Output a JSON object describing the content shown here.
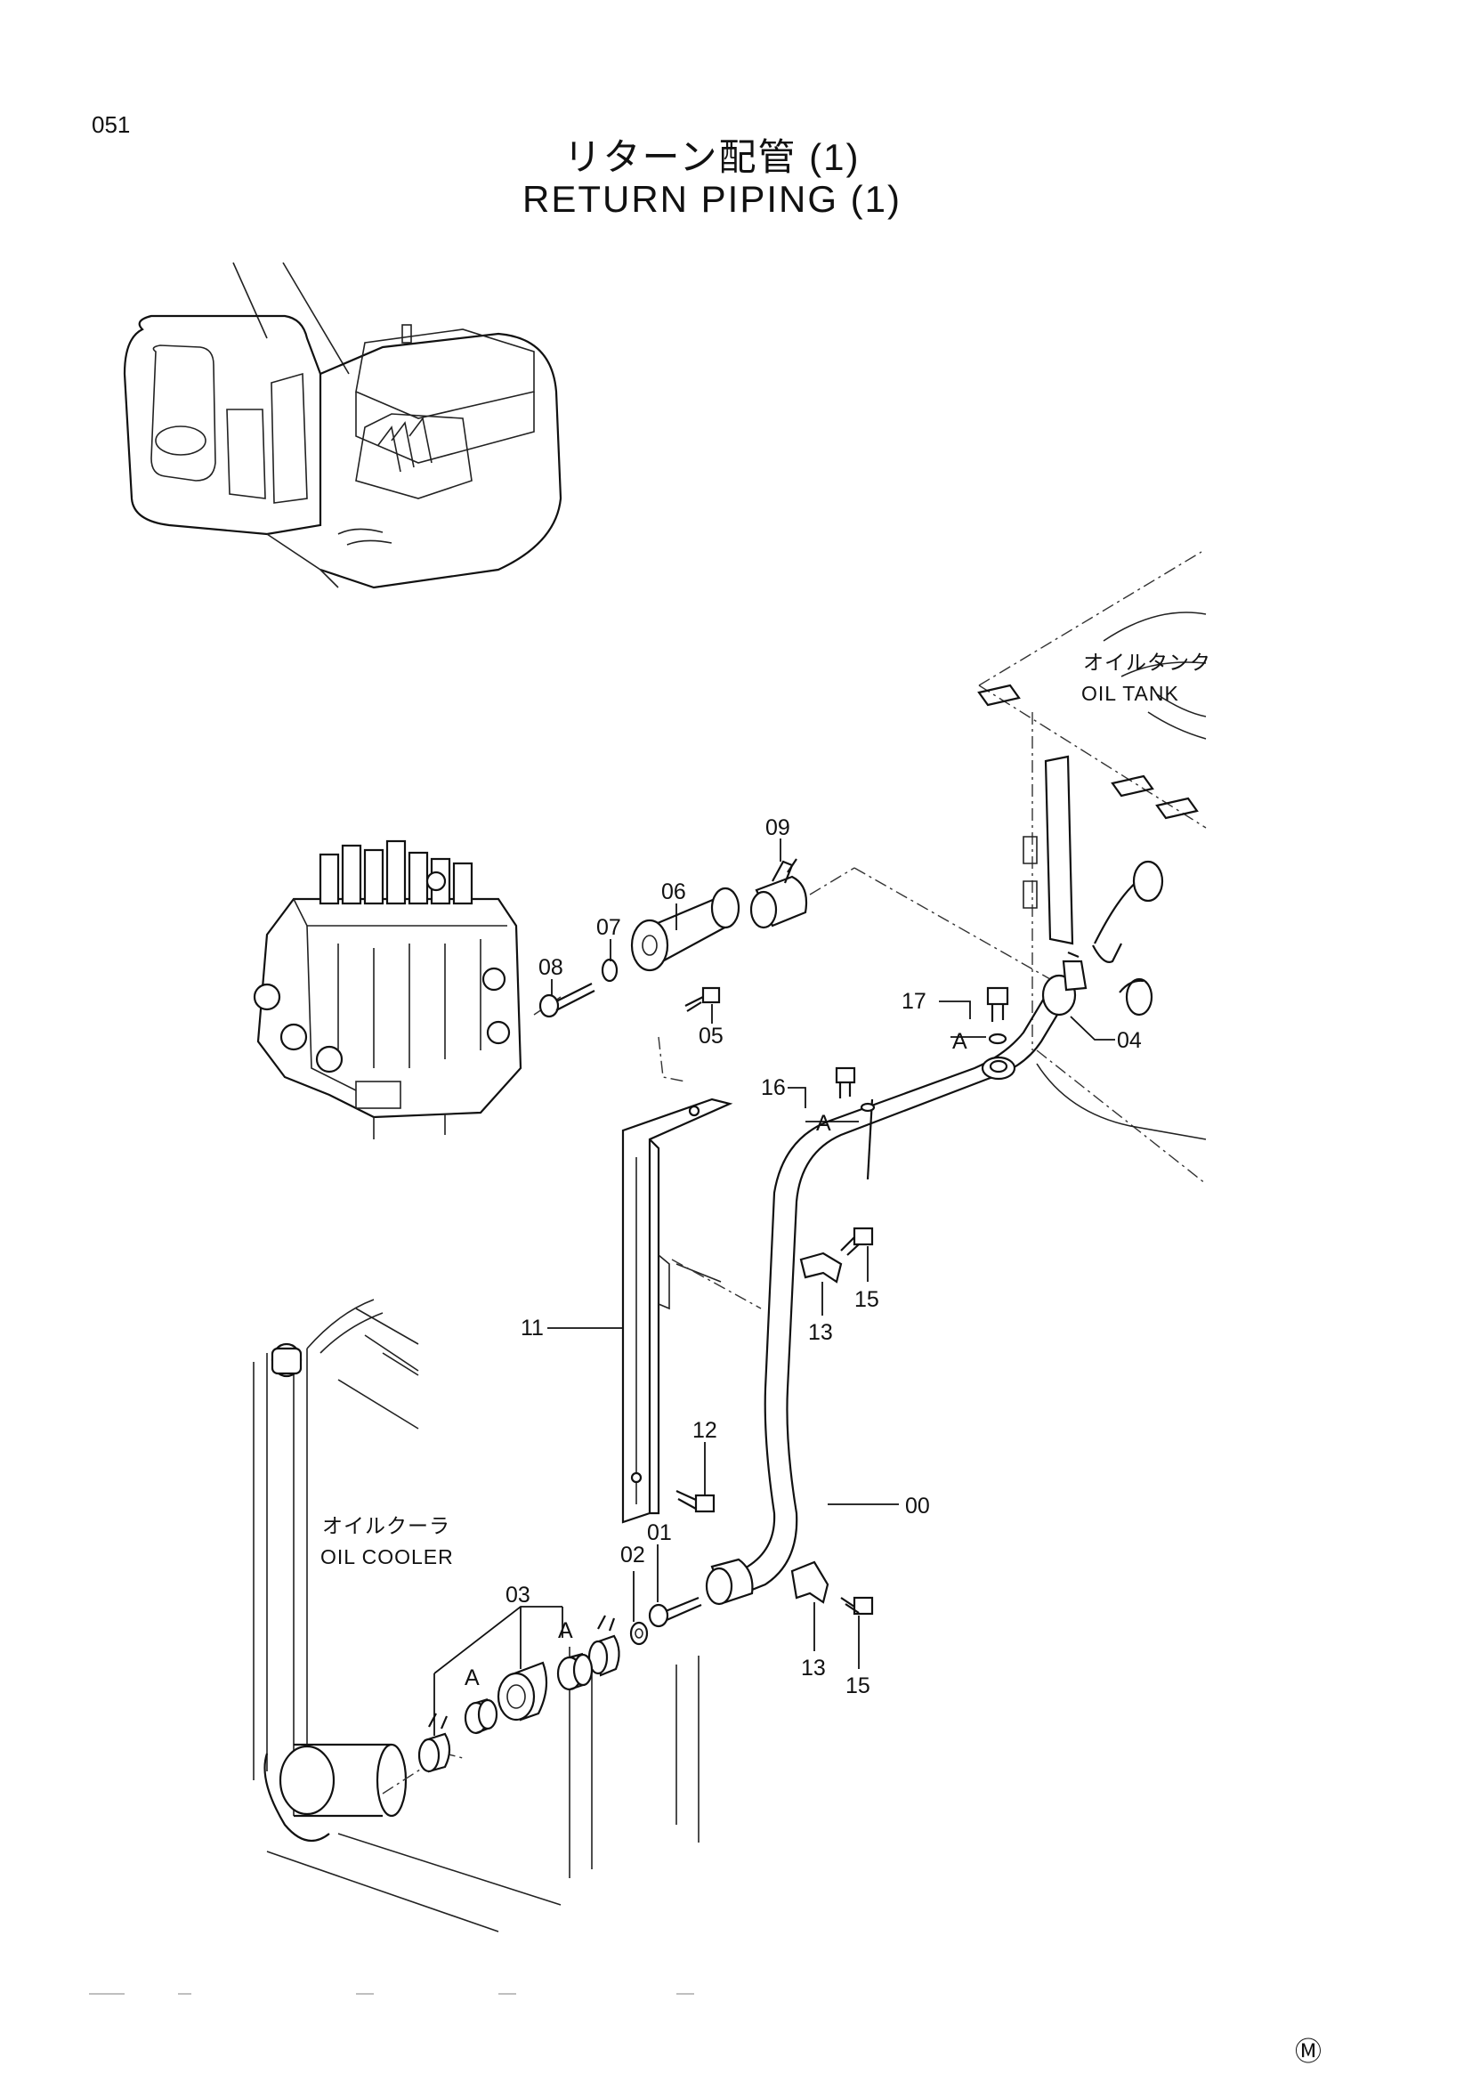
{
  "page": {
    "number": "051",
    "mark": "Ⓜ"
  },
  "title": {
    "ja": "リターン配管 (1)",
    "en": "RETURN PIPING (1)"
  },
  "components": {
    "oil_tank_ja": "オイルタンク",
    "oil_tank_en": "OIL TANK",
    "oil_cooler_ja": "オイルクーラ",
    "oil_cooler_en": "OIL COOLER"
  },
  "callouts": [
    {
      "id": "00",
      "label": "00"
    },
    {
      "id": "01",
      "label": "01"
    },
    {
      "id": "02",
      "label": "02"
    },
    {
      "id": "03",
      "label": "03"
    },
    {
      "id": "04",
      "label": "04"
    },
    {
      "id": "05",
      "label": "05"
    },
    {
      "id": "06",
      "label": "06"
    },
    {
      "id": "07",
      "label": "07"
    },
    {
      "id": "08",
      "label": "08"
    },
    {
      "id": "09",
      "label": "09"
    },
    {
      "id": "11",
      "label": "11"
    },
    {
      "id": "12",
      "label": "12"
    },
    {
      "id": "13a",
      "label": "13"
    },
    {
      "id": "13b",
      "label": "13"
    },
    {
      "id": "15a",
      "label": "15"
    },
    {
      "id": "15b",
      "label": "15"
    },
    {
      "id": "16",
      "label": "16"
    },
    {
      "id": "17",
      "label": "17"
    }
  ],
  "set_marks": [
    {
      "id": "a1",
      "label": "A"
    },
    {
      "id": "a2",
      "label": "A"
    },
    {
      "id": "a3",
      "label": "A"
    },
    {
      "id": "a4",
      "label": "A"
    }
  ]
}
